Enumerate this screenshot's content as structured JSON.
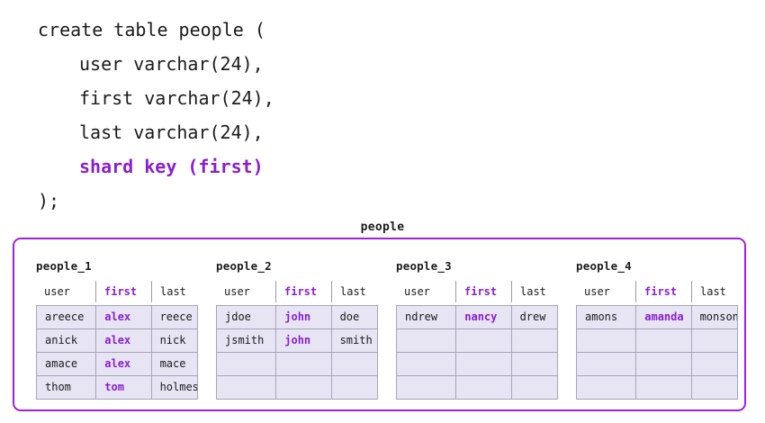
{
  "sql": {
    "lines": [
      {
        "text": "create table people (",
        "indent": false,
        "accent": false
      },
      {
        "text": "user varchar(24),",
        "indent": true,
        "accent": false
      },
      {
        "text": "first varchar(24),",
        "indent": true,
        "accent": false
      },
      {
        "text": "last varchar(24),",
        "indent": true,
        "accent": false
      },
      {
        "text": "shard key (first)",
        "indent": true,
        "accent": true
      },
      {
        "text": ");",
        "indent": false,
        "accent": false
      }
    ]
  },
  "diagram": {
    "group_title": "people",
    "accent_color": "#a020e0",
    "key_color": "#8a1fd0",
    "cell_fill": "#e7e4f3",
    "cell_border": "#a9a4bb",
    "columns": [
      "user",
      "first",
      "last"
    ],
    "shard_key_column": "first",
    "rows_per_shard": 4,
    "shards": [
      {
        "name": "people_1",
        "rows": [
          {
            "user": "areece",
            "first": "alex",
            "last": "reece"
          },
          {
            "user": "anick",
            "first": "alex",
            "last": "nick"
          },
          {
            "user": "amace",
            "first": "alex",
            "last": "mace"
          },
          {
            "user": "thom",
            "first": "tom",
            "last": "holmes"
          }
        ]
      },
      {
        "name": "people_2",
        "rows": [
          {
            "user": "jdoe",
            "first": "john",
            "last": "doe"
          },
          {
            "user": "jsmith",
            "first": "john",
            "last": "smith"
          },
          {
            "user": "",
            "first": "",
            "last": ""
          },
          {
            "user": "",
            "first": "",
            "last": ""
          }
        ]
      },
      {
        "name": "people_3",
        "rows": [
          {
            "user": "ndrew",
            "first": "nancy",
            "last": "drew"
          },
          {
            "user": "",
            "first": "",
            "last": ""
          },
          {
            "user": "",
            "first": "",
            "last": ""
          },
          {
            "user": "",
            "first": "",
            "last": ""
          }
        ]
      },
      {
        "name": "people_4",
        "rows": [
          {
            "user": "amons",
            "first": "amanda",
            "last": "monson"
          },
          {
            "user": "",
            "first": "",
            "last": ""
          },
          {
            "user": "",
            "first": "",
            "last": ""
          },
          {
            "user": "",
            "first": "",
            "last": ""
          }
        ]
      }
    ]
  }
}
